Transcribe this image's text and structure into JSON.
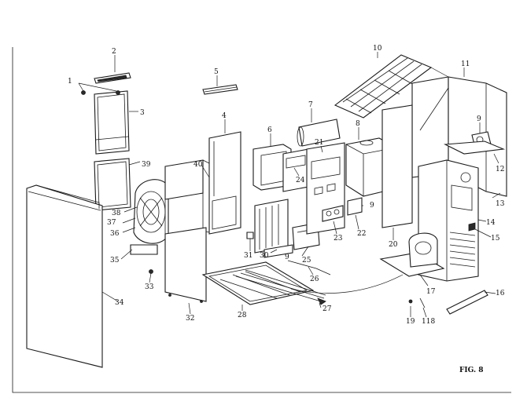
{
  "figure": {
    "label": "FIG. 8"
  },
  "callouts": {
    "c1": "1",
    "c2": "2",
    "c3": "3",
    "c4": "4",
    "c5": "5",
    "c6": "6",
    "c7": "7",
    "c8": "8",
    "c9a": "9",
    "c9b": "9",
    "c9c": "9",
    "c10": "10",
    "c11": "11",
    "c12": "12",
    "c13": "13",
    "c14": "14",
    "c15": "15",
    "c16": "16",
    "c17": "17",
    "c18": "118",
    "c19": "19",
    "c20": "20",
    "c21": "21",
    "c22": "22",
    "c23": "23",
    "c24": "24",
    "c25": "25",
    "c26": "26",
    "c27": "27",
    "c28": "28",
    "c30": "30",
    "c31": "31",
    "c32": "32",
    "c33": "33",
    "c34": "34",
    "c35": "35",
    "c36": "36",
    "c37": "37",
    "c38": "38",
    "c39": "39",
    "c40": "40"
  },
  "colors": {
    "line": "#1a1a1a",
    "background": "#ffffff"
  }
}
